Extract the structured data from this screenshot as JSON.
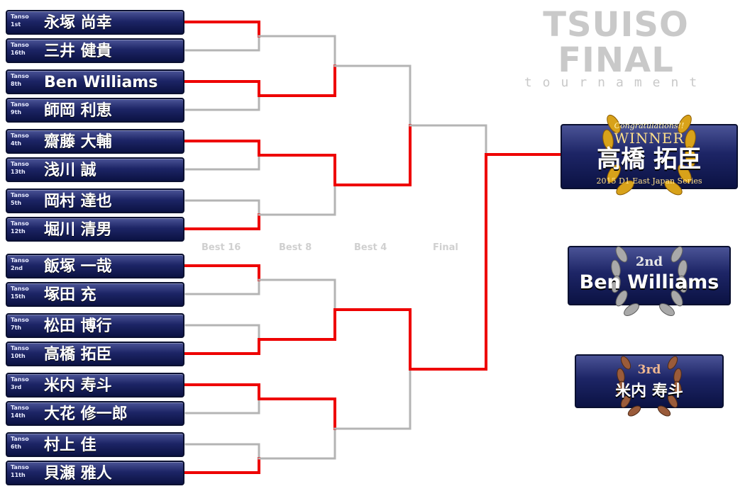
{
  "title": {
    "main": "TSUISO FINAL",
    "sub": "tournament"
  },
  "seed_prefix": "Tanso",
  "entrants": [
    {
      "seed": "1st",
      "name": "永塚 尚幸"
    },
    {
      "seed": "16th",
      "name": "三井 健貴"
    },
    {
      "seed": "8th",
      "name": "Ben Williams"
    },
    {
      "seed": "9th",
      "name": "師岡 利恵"
    },
    {
      "seed": "4th",
      "name": "齋藤 大輔"
    },
    {
      "seed": "13th",
      "name": "浅川 誠"
    },
    {
      "seed": "5th",
      "name": "岡村 達也"
    },
    {
      "seed": "12th",
      "name": "堀川 清男"
    },
    {
      "seed": "2nd",
      "name": "飯塚 一哉"
    },
    {
      "seed": "15th",
      "name": "塚田 充"
    },
    {
      "seed": "7th",
      "name": "松田 博行"
    },
    {
      "seed": "10th",
      "name": "高橋 拓臣"
    },
    {
      "seed": "3rd",
      "name": "米内 寿斗"
    },
    {
      "seed": "14th",
      "name": "大花 修一郎"
    },
    {
      "seed": "6th",
      "name": "村上 佳"
    },
    {
      "seed": "11th",
      "name": "貝瀬 雅人"
    }
  ],
  "rounds": [
    "Best 16",
    "Best 8",
    "Best 4",
    "Final"
  ],
  "winners": {
    "best8": [
      0,
      2,
      4,
      7,
      8,
      11,
      12,
      15
    ],
    "best4": [
      1,
      2,
      5,
      6
    ],
    "final": [
      1,
      2
    ],
    "champion": 1
  },
  "awards": {
    "winner": {
      "banner": "Congratulations!!",
      "label": "WINNER",
      "name": "高橋 拓臣",
      "series": "2015 D1 East Japan Series"
    },
    "second": {
      "label": "2nd",
      "name": "Ben Williams"
    },
    "third": {
      "label": "3rd",
      "name": "米内 寿斗"
    }
  },
  "colors": {
    "win_line": "#ee0000",
    "lose_line": "#b4b4b4",
    "box_top": "#4a5396",
    "box_bottom": "#0b1243",
    "gold": "#d8a21a",
    "silver": "#a9a9a9",
    "bronze": "#9a5b3a"
  }
}
